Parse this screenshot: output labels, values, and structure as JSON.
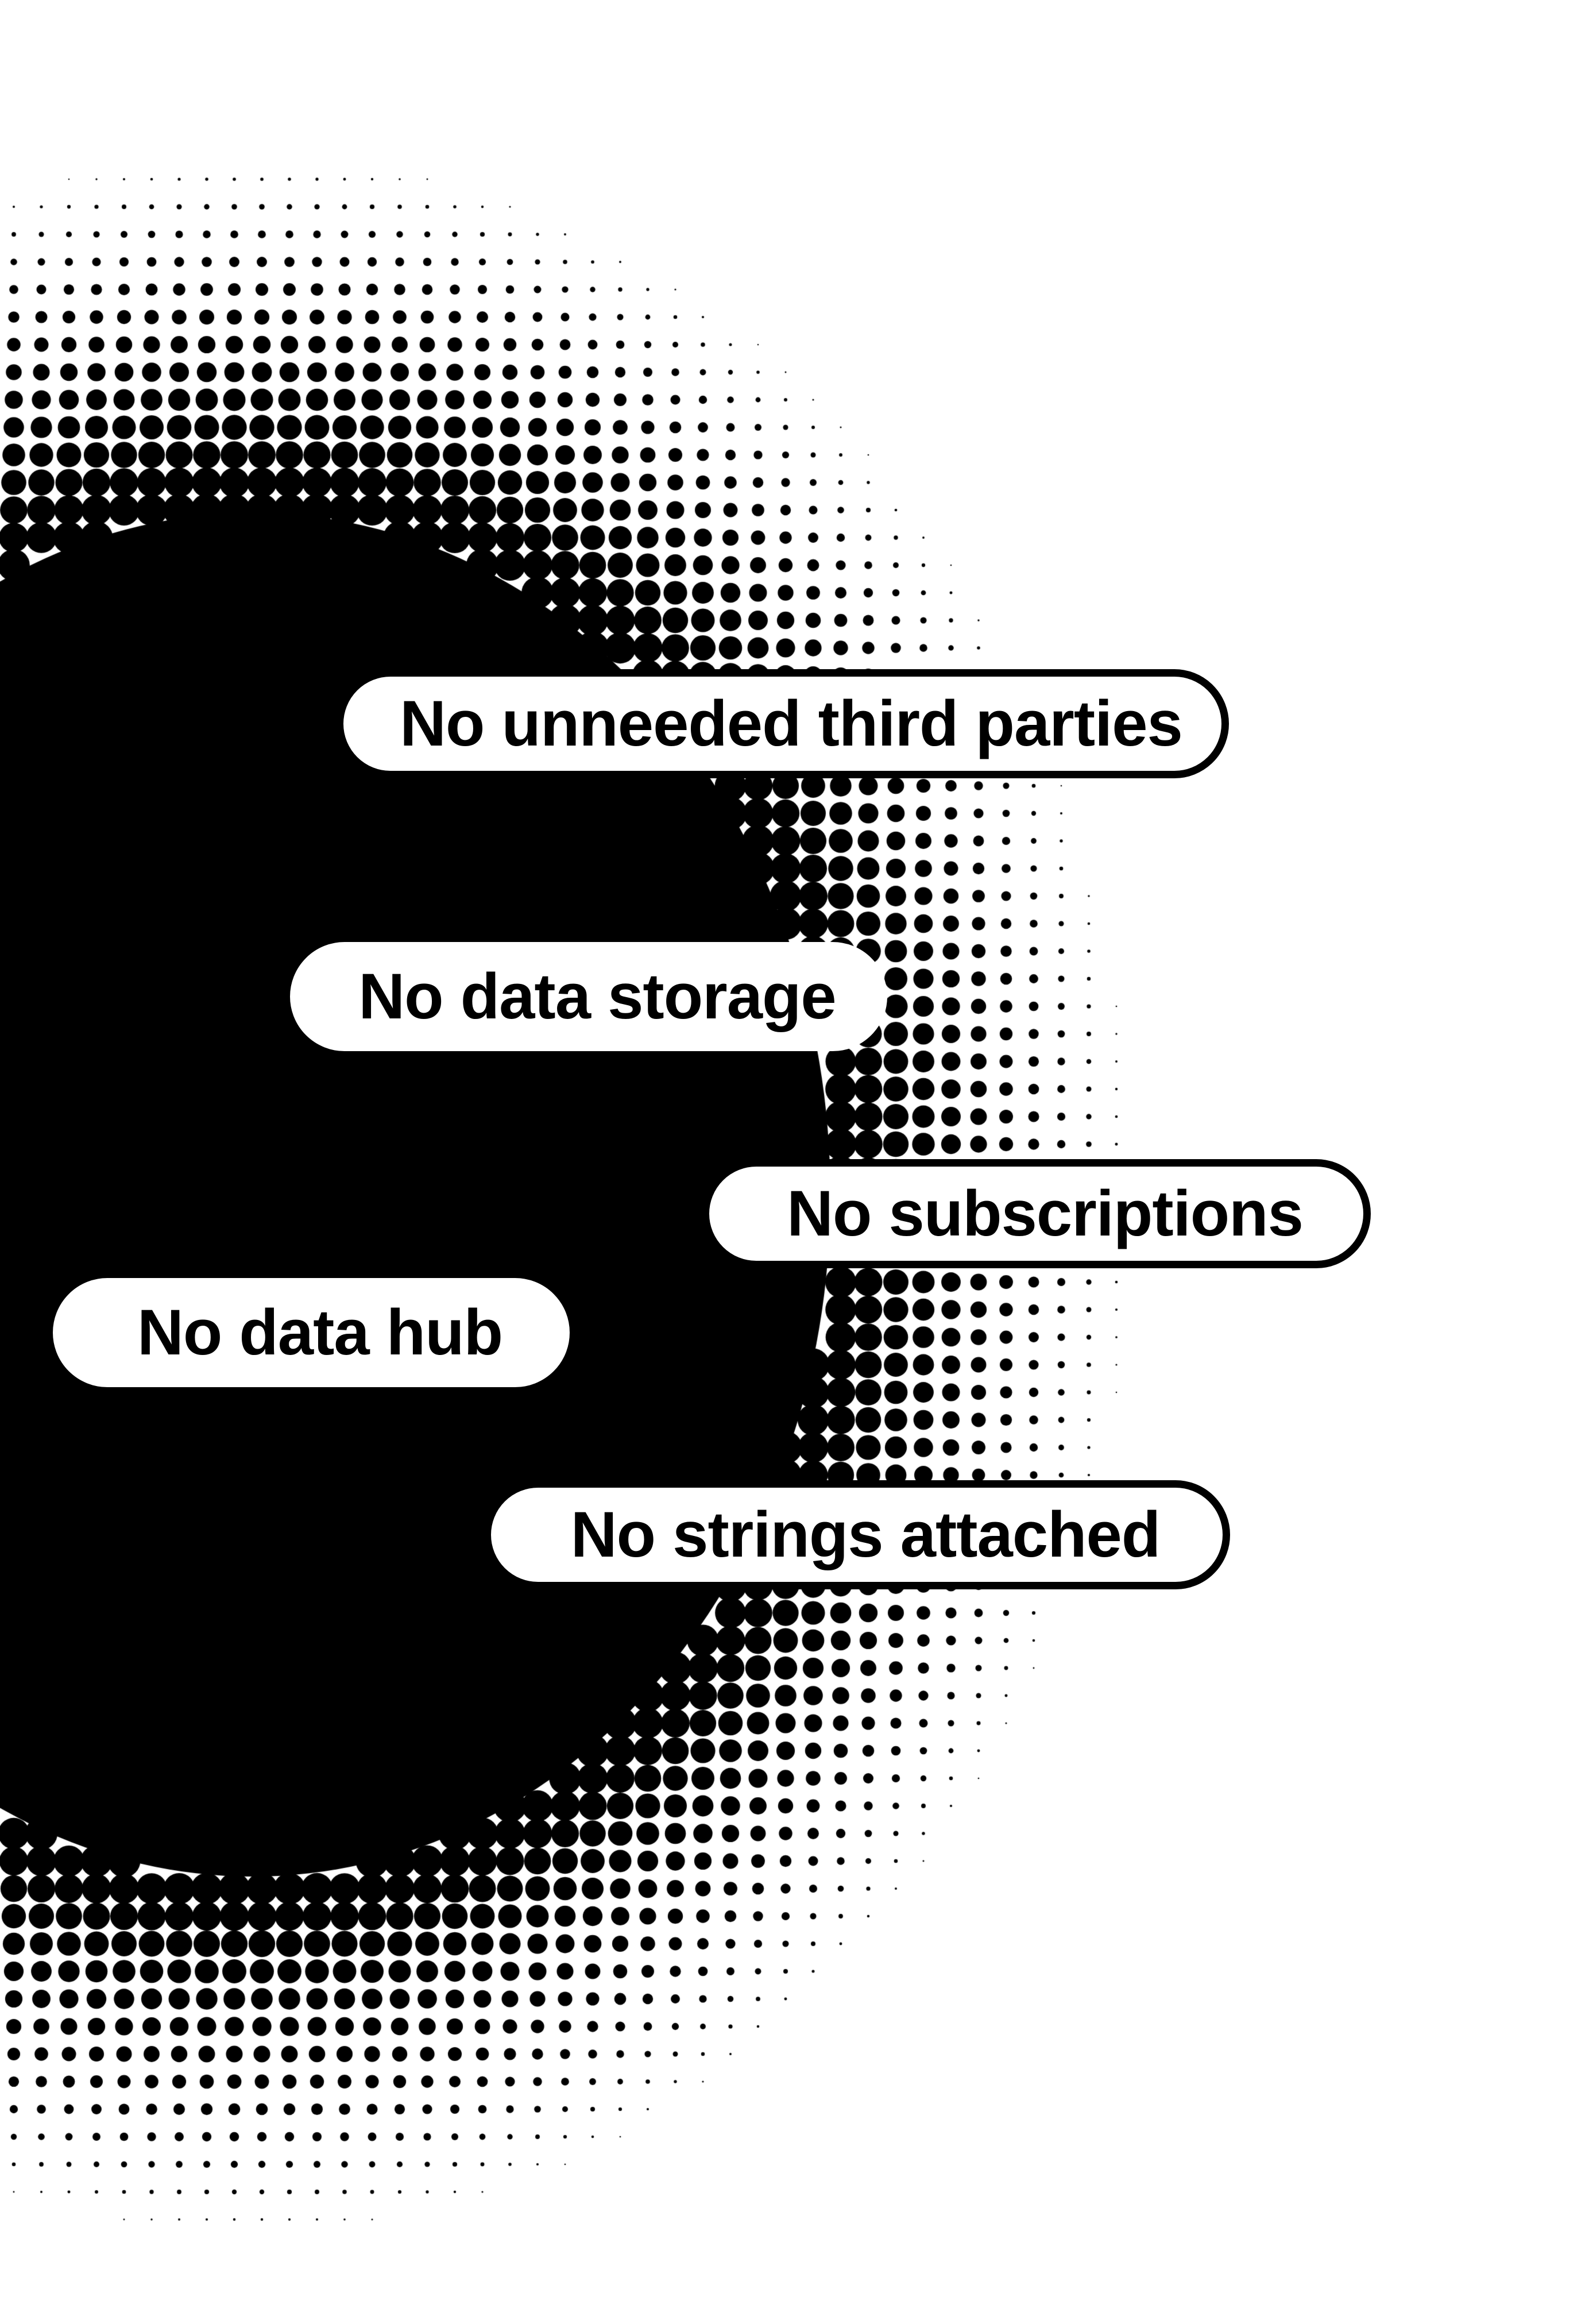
{
  "colors": {
    "background": "#ffffff",
    "ink": "#000000",
    "pill_fill": "#ffffff"
  },
  "badges": [
    {
      "label": "No unneeded third parties"
    },
    {
      "label": "No data storage"
    },
    {
      "label": "No subscriptions"
    },
    {
      "label": "No data hub"
    },
    {
      "label": "No strings attached"
    }
  ]
}
